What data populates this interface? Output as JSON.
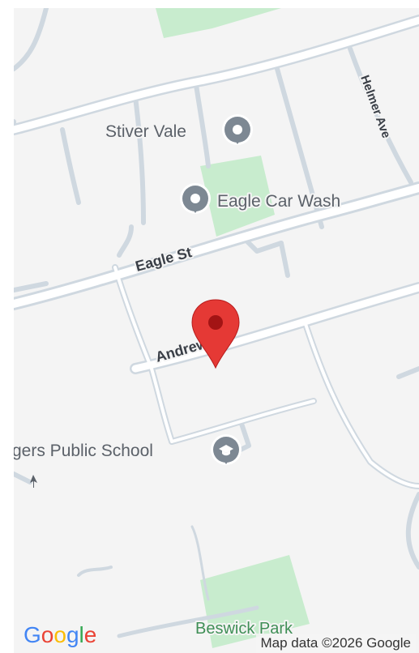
{
  "map": {
    "roads": {
      "eagle_st": "Eagle St",
      "andrew_st": "Andrew St",
      "helmer_ave": "Helmer Ave"
    },
    "pois": {
      "stiver_vale": "Stiver Vale",
      "eagle_car_wash": "Eagle Car Wash",
      "school": "gers Public School",
      "beswick_park": "Beswick Park"
    },
    "colors": {
      "background": "#f4f4f4",
      "road_fill": "#ffffff",
      "road_casing": "#cfd8e0",
      "park": "#c8ecce",
      "marker": "#e53935",
      "marker_dot": "#a31414",
      "poi_icon": "#7d8893"
    },
    "marker": {
      "label": "selected-location"
    }
  },
  "logo": {
    "letters": [
      "G",
      "o",
      "o",
      "g",
      "l",
      "e"
    ],
    "colors": [
      "#4285F4",
      "#EA4335",
      "#FBBC05",
      "#4285F4",
      "#34A853",
      "#EA4335"
    ]
  },
  "attribution": "Map data ©2026 Google"
}
